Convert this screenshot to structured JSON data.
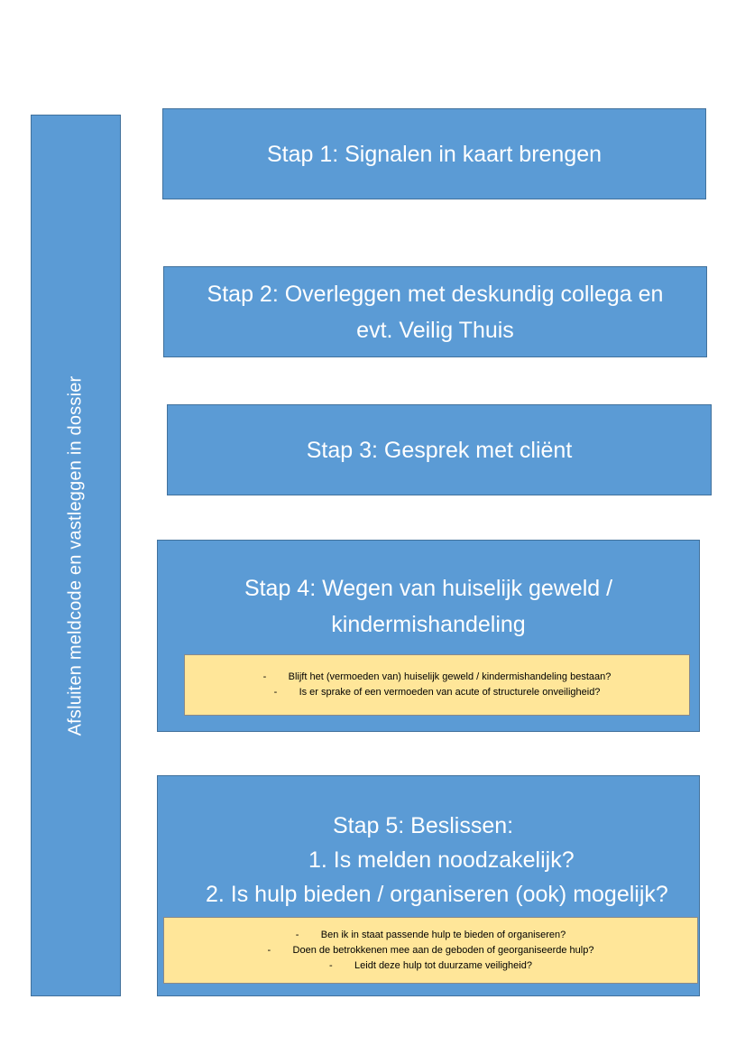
{
  "side_panel": {
    "label": "Afsluiten meldcode en vastleggen in dossier"
  },
  "steps": [
    {
      "title": "Stap 1: Signalen in kaart brengen"
    },
    {
      "title_line1": "Stap 2: Overleggen met deskundig collega en",
      "title_line2": "evt. Veilig Thuis"
    },
    {
      "title": "Stap 3: Gesprek met cliënt"
    },
    {
      "title_line1": "Stap 4: Wegen van huiselijk geweld /",
      "title_line2": "kindermishandeling",
      "notes": [
        "Blijft het (vermoeden van) huiselijk geweld / kindermishandeling bestaan?",
        "Is er sprake of een vermoeden van acute of structurele onveiligheid?"
      ]
    },
    {
      "title": "Stap 5: Beslissen:",
      "items": [
        "1. Is melden noodzakelijk?",
        "2. Is hulp bieden / organiseren (ook) mogelijk?"
      ],
      "notes": [
        "Ben ik in staat passende hulp te bieden of organiseren?",
        "Doen de betrokkenen mee aan de geboden of georganiseerde hulp?",
        "Leidt deze hulp tot duurzame veiligheid?"
      ]
    }
  ],
  "note_bullet": "-",
  "colors": {
    "step_fill": "#5b9bd5",
    "step_border": "#41719c",
    "note_fill": "#ffe699",
    "text_on_step": "#ffffff"
  }
}
